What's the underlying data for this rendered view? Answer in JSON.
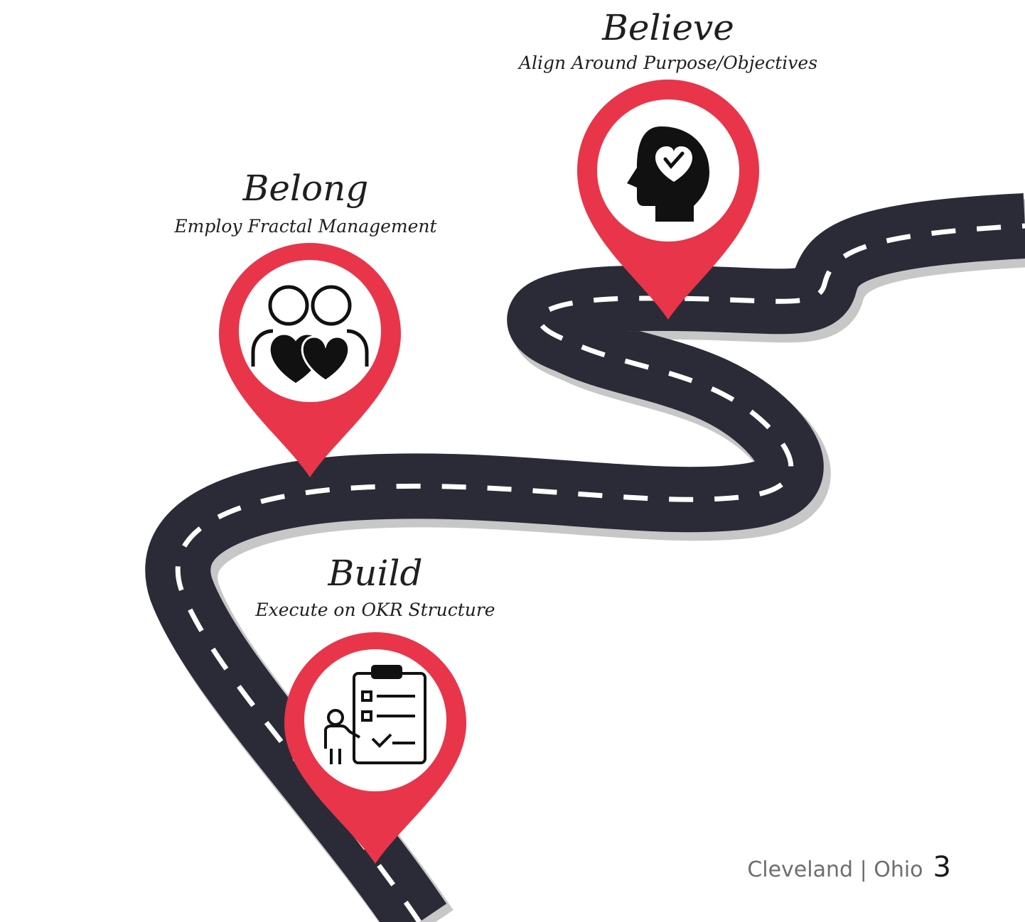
{
  "stages": [
    {
      "key": "believe",
      "title": "Believe",
      "subtitle": "Align Around Purpose/Objectives",
      "icon": "head-heart-check-icon"
    },
    {
      "key": "belong",
      "title": "Belong",
      "subtitle": "Employ Fractal Management",
      "icon": "people-hearts-icon"
    },
    {
      "key": "build",
      "title": "Build",
      "subtitle": "Execute on OKR Structure",
      "icon": "clipboard-checklist-person-icon"
    }
  ],
  "footer": {
    "location": "Cleveland | Ohio",
    "page_number": "3"
  },
  "colors": {
    "pin": "#e8354a",
    "road": "#2b2b37",
    "road_edge": "#c9c9c9",
    "lane": "#ffffff",
    "icon": "#111111"
  }
}
